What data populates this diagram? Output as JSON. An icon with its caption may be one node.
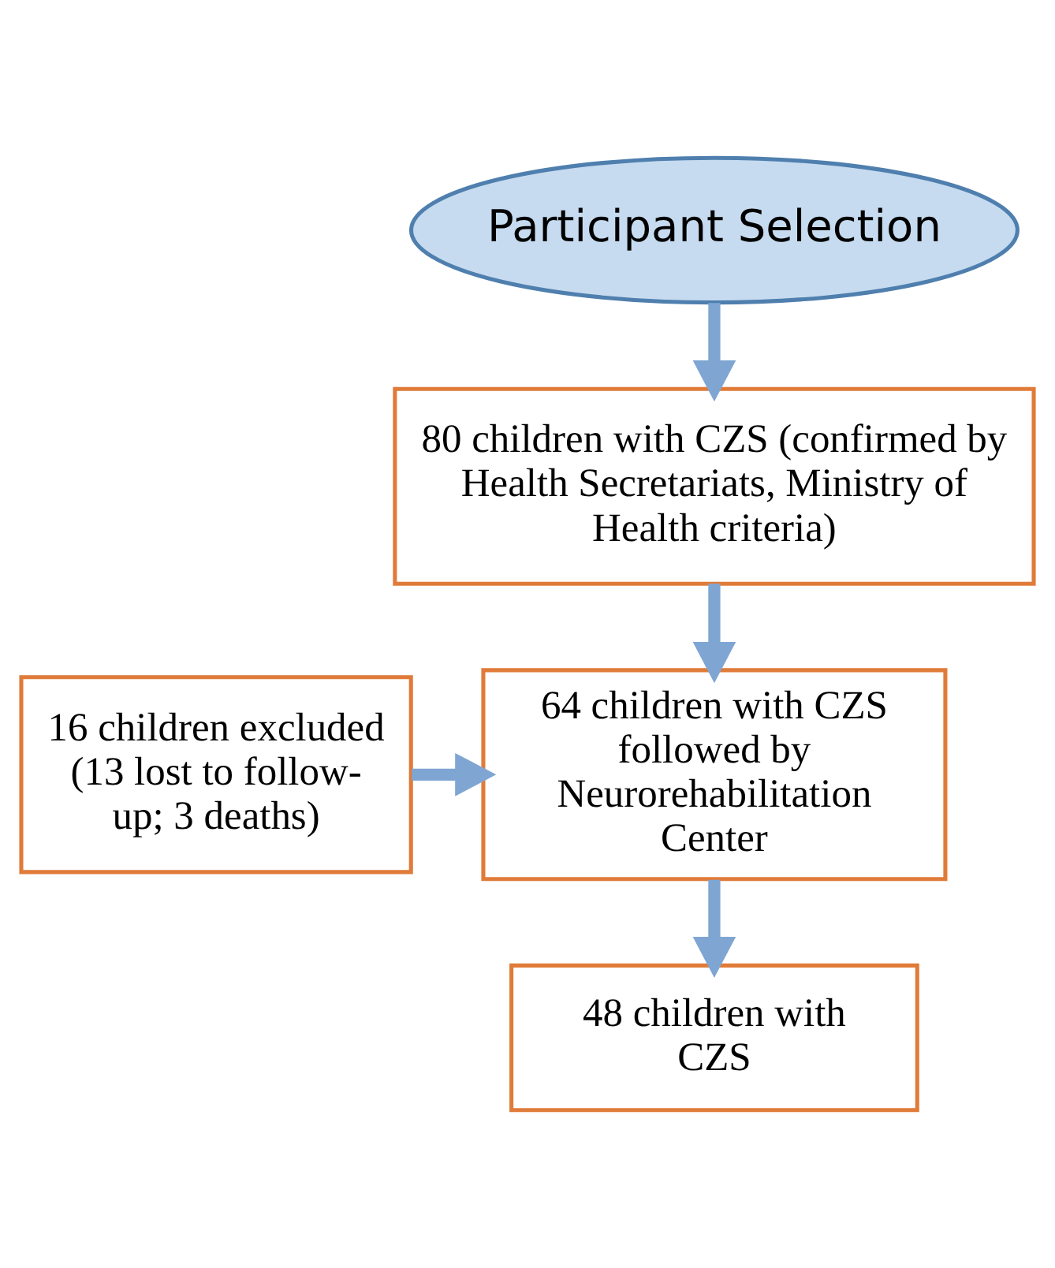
{
  "diagram": {
    "nodes": [
      {
        "text": [
          "Participant Selection"
        ]
      },
      {
        "text": [
          "80 children with CZS (confirmed by Health Secretariats, Ministry of Health criteria)"
        ]
      },
      {
        "text": [
          "16 children excluded (13 lost to follow-up; 3 deaths)"
        ]
      },
      {
        "text": [
          "64 children with CZS followed by Neurorehabilitation Center"
        ]
      },
      {
        "text": [
          "48 children with CZS"
        ]
      }
    ],
    "edges": [
      {
        "from": 0,
        "to": 1,
        "arrow": "to"
      },
      {
        "from": 1,
        "to": 3,
        "arrow": "to"
      },
      {
        "from": 2,
        "to": 3,
        "arrow": "to"
      },
      {
        "from": 3,
        "to": 4,
        "arrow": "to"
      }
    ]
  }
}
